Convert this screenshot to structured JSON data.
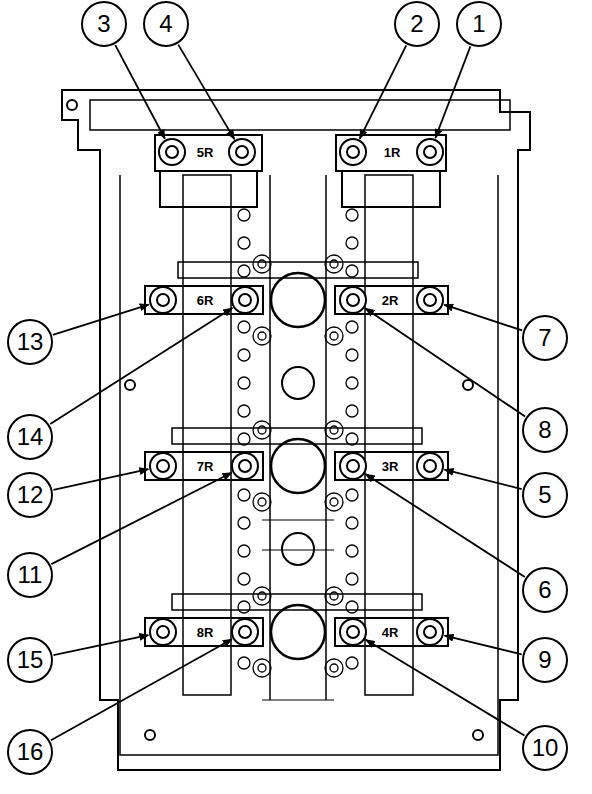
{
  "diagram": {
    "nodes": [
      {
        "text": [
          "3"
        ]
      },
      {
        "text": [
          "4"
        ]
      },
      {
        "text": [
          "2"
        ]
      },
      {
        "text": [
          "1"
        ]
      },
      {
        "text": [
          "13"
        ]
      },
      {
        "text": [
          "7"
        ]
      },
      {
        "text": [
          "14"
        ]
      },
      {
        "text": [
          "8"
        ]
      },
      {
        "text": [
          "12"
        ]
      },
      {
        "text": [
          "5"
        ]
      },
      {
        "text": [
          "11"
        ]
      },
      {
        "text": [
          "6"
        ]
      },
      {
        "text": [
          "15"
        ]
      },
      {
        "text": [
          "9"
        ]
      },
      {
        "text": [
          "16"
        ]
      },
      {
        "text": [
          "10"
        ]
      }
    ],
    "labels": [
      "5R",
      "1R",
      "6R",
      "2R",
      "7R",
      "3R",
      "8R",
      "4R"
    ]
  }
}
